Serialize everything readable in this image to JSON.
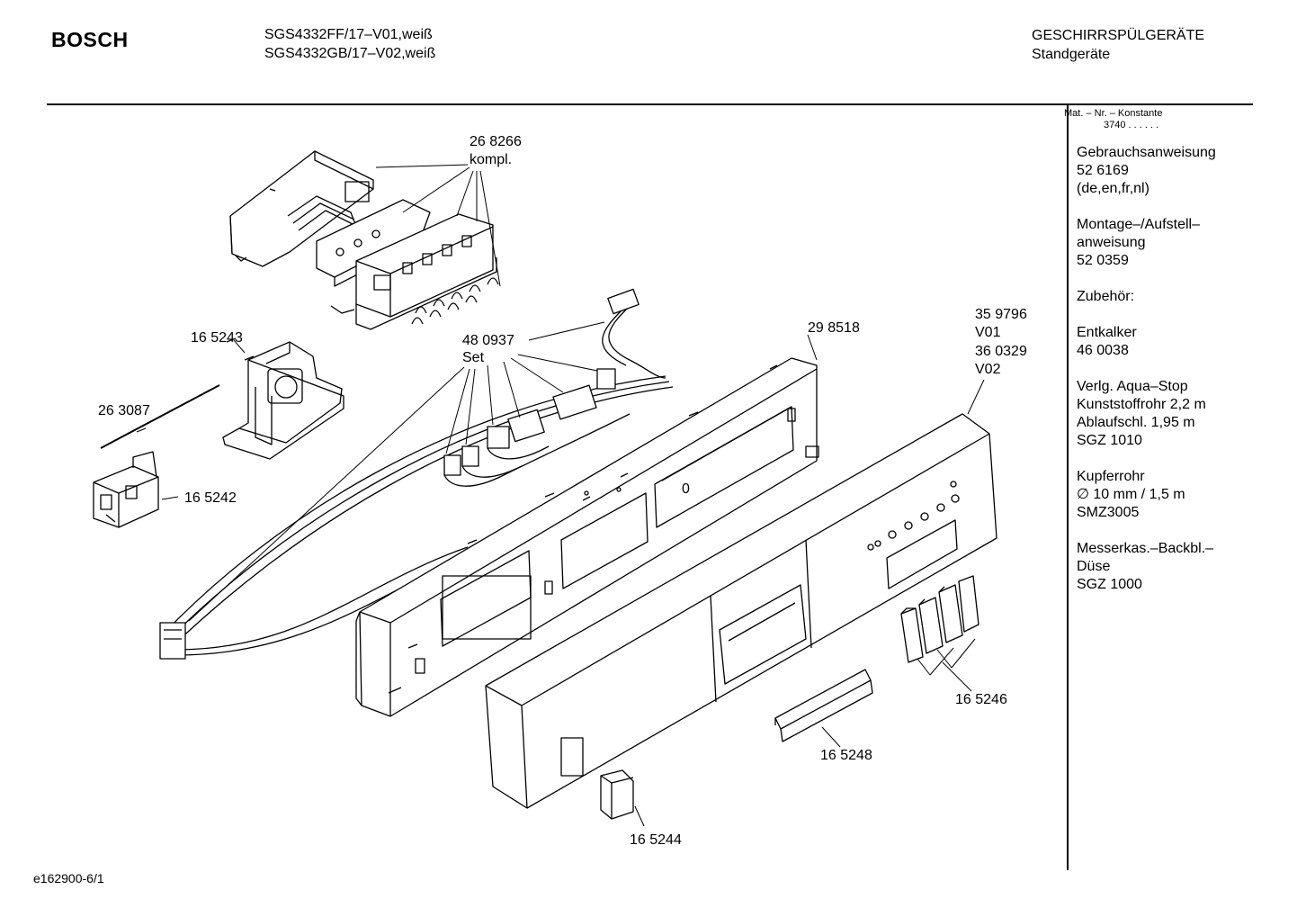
{
  "header": {
    "brand": "BOSCH",
    "model_lines": [
      "SGS4332FF/17–V01,weiß",
      "SGS4332GB/17–V02,weiß"
    ],
    "category_lines": [
      "GESCHIRRSPÜLGERÄTE",
      "Standgeräte"
    ]
  },
  "sidebar": {
    "konstante_label": "Mat. – Nr. – Konstante",
    "konstante_value": "3740 . . . . . .",
    "blocks": [
      "Gebrauchsanweisung\n52 6169\n(de,en,fr,nl)",
      "Montage–/Aufstell–\nanweisung\n52 0359",
      "Zubehör:",
      "Entkalker\n46 0038",
      "Verlg. Aqua–Stop\nKunststoffrohr 2,2 m\nAblaufschl. 1,95 m\nSGZ 1010",
      "Kupferrohr\n∅ 10 mm / 1,5 m\nSMZ3005",
      "Messerkas.–Backbl.–\nDüse\nSGZ 1000"
    ]
  },
  "parts": {
    "p268266_a": "26 8266",
    "p268266_b": "kompl.",
    "p165243": "16 5243",
    "p263087": "26 3087",
    "p165242": "16 5242",
    "p480937_a": "48 0937",
    "p480937_b": "Set",
    "p298518": "29 8518",
    "p359796": "35 9796",
    "v01": "V01",
    "p360329": "36 0329",
    "v02": "V02",
    "p165246": "16 5246",
    "p165248": "16 5248",
    "p165244": "16 5244",
    "zero_mark": "0"
  },
  "footer": {
    "code": "e162900-6/1"
  }
}
